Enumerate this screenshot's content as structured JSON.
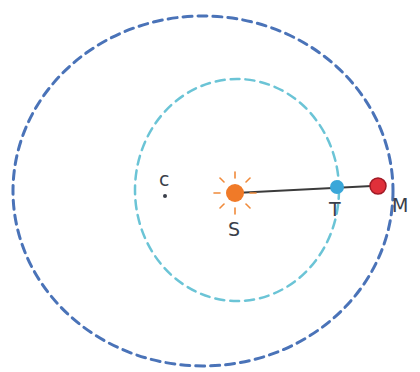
{
  "diagram": {
    "labels": [
      "c",
      "S",
      "T",
      "M"
    ]
  }
}
